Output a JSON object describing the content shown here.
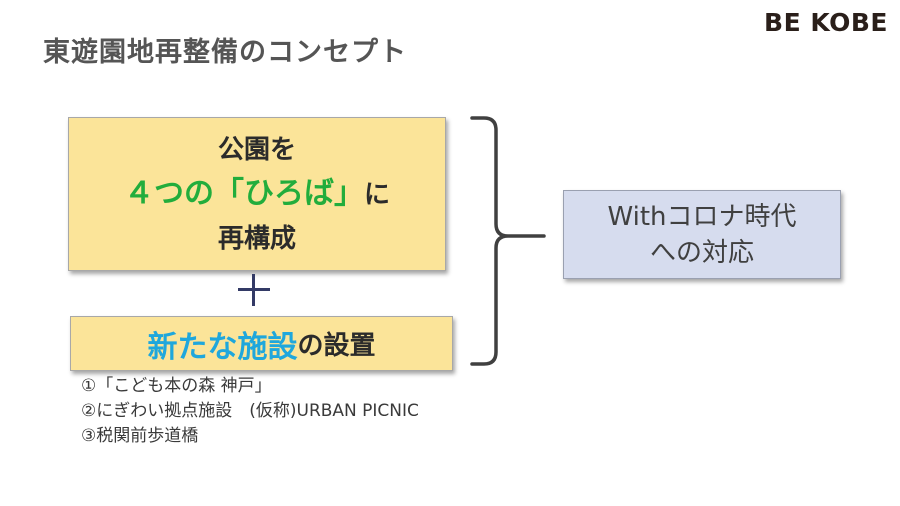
{
  "title": "東遊園地再整備のコンセプト",
  "brand": "BE KOBE",
  "concept_box": {
    "line1": "公園を",
    "line2_highlight": "４つの「ひろば」",
    "line2_suffix": "に",
    "line3": "再構成"
  },
  "plus_symbol": "＋",
  "facility_box": {
    "highlight": "新たな施設",
    "suffix": "の設置"
  },
  "facility_list": [
    "①「こども本の森 神戸」",
    "②にぎわい拠点施設　(仮称)URBAN PICNIC",
    "③税関前歩道橋"
  ],
  "result_box": {
    "line1": "Withコロナ時代",
    "line2": "への対応"
  },
  "colors": {
    "yellow_box": "#fbe499",
    "green_text": "#22ad3c",
    "blue_text": "#1fa7dc",
    "result_box": "#d6dcee",
    "title_text": "#555555"
  }
}
